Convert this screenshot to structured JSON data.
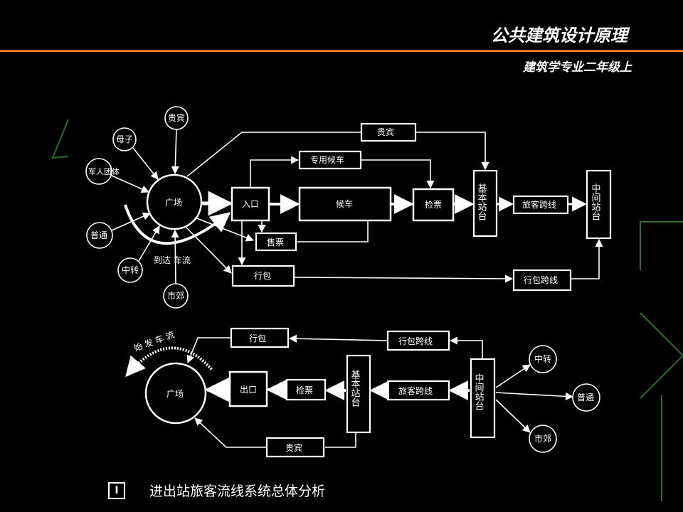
{
  "header": {
    "title": "公共建筑设计原理",
    "subtitle": "建筑学专业二年级上"
  },
  "top_diagram": {
    "square": "广场",
    "sources": [
      "贵宾",
      "母子",
      "军人团体",
      "普通",
      "中转",
      "市郊"
    ],
    "arrival_flow": "到达 车流",
    "boxes": {
      "vip": "贵宾",
      "special_wait": "专用候车",
      "entrance": "入口",
      "waiting": "候车",
      "ticket_check": "检票",
      "ticket_sale": "售票",
      "luggage": "行包",
      "platform": "基本站台",
      "passenger_bridge": "旅客跨线",
      "middle_platform": "中间站台",
      "luggage_bridge": "行包跨线"
    }
  },
  "bottom_diagram": {
    "square": "广场",
    "departure_flow": "始 发 车 流",
    "boxes": {
      "luggage": "行包",
      "luggage_bridge": "行包跨线",
      "exit": "出口",
      "ticket_check": "检票",
      "platform": "基本站台",
      "passenger_bridge": "旅客跨线",
      "middle_platform": "中间站台",
      "vip": "贵宾"
    },
    "destinations": [
      "中转",
      "普通",
      "市郊"
    ]
  },
  "caption": {
    "number": "I",
    "text": "进出站旅客流线系统总体分析"
  },
  "colors": {
    "accent": "#e8742c",
    "background": "#000000",
    "ink": "#ffffff"
  }
}
